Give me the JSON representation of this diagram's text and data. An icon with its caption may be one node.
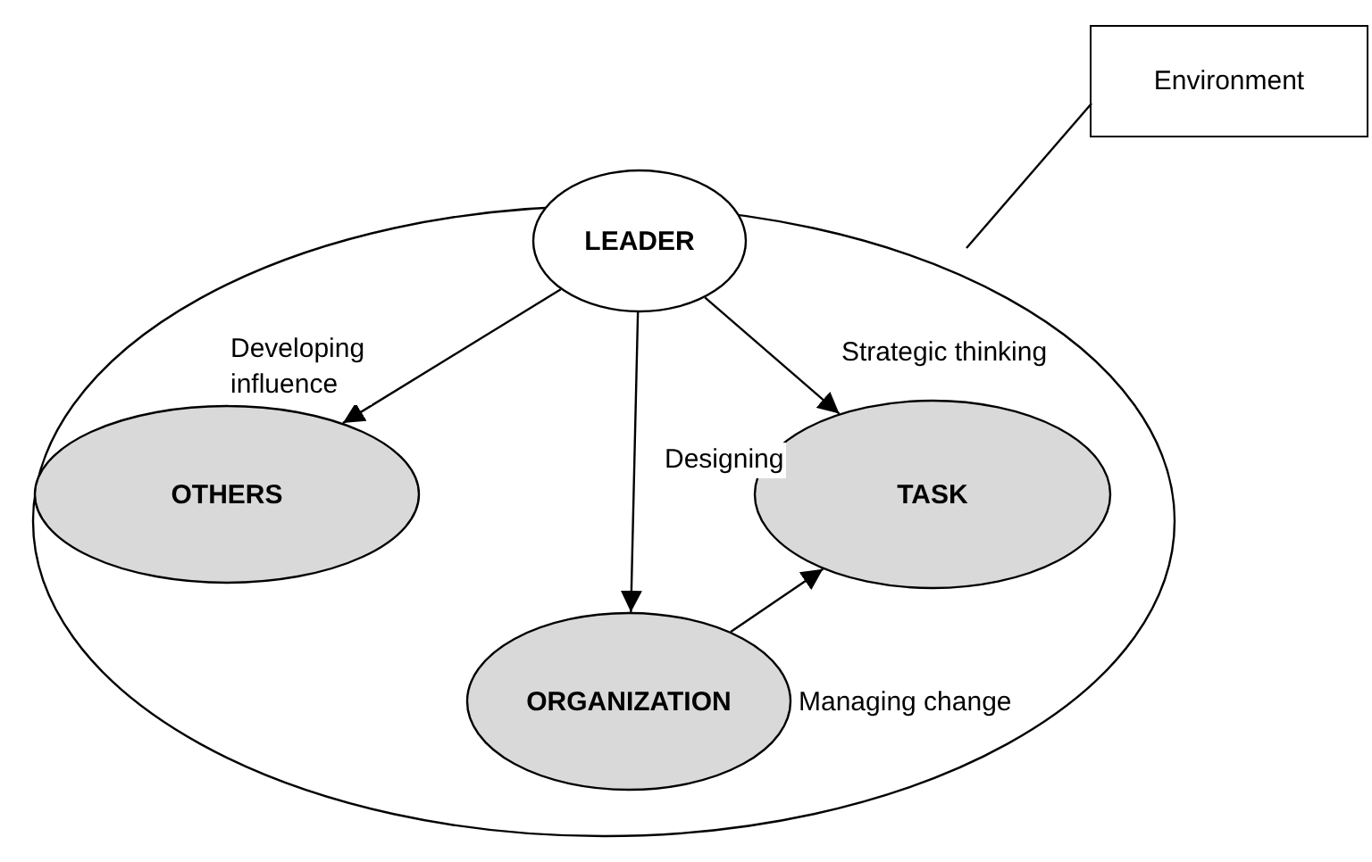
{
  "diagram": {
    "nodes": [
      {
        "text": [
          "Environment"
        ]
      },
      {
        "text": [],
        "shape": "ellipse"
      },
      {
        "text": [
          "LEADER"
        ],
        "in": 1
      },
      {
        "text": [
          "OTHERS"
        ],
        "in": 1
      },
      {
        "text": [
          "TASK"
        ],
        "in": 1
      },
      {
        "text": [
          "ORGANIZATION"
        ],
        "in": 1
      }
    ],
    "edges": [
      {
        "from": 0,
        "to": 1,
        "arrow": "none"
      },
      {
        "from": 2,
        "to": 3,
        "arrow": "to",
        "label": "Developing influence"
      },
      {
        "from": 2,
        "to": 5,
        "arrow": "to",
        "label": "Designing"
      },
      {
        "from": 2,
        "to": 4,
        "arrow": "to",
        "label": "Strategic thinking"
      },
      {
        "from": 5,
        "to": 4,
        "arrow": "to",
        "label": "Managing change"
      }
    ]
  }
}
